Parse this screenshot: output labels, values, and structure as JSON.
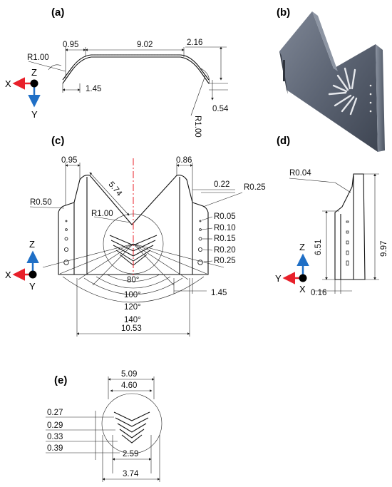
{
  "panels": {
    "a": {
      "label": "(a)",
      "dims": [
        "0.95",
        "9.02",
        "2.16",
        "R1.00",
        "1.45",
        "0.54",
        "R1.00"
      ],
      "axes": {
        "horizontal": "X",
        "vertical": "Y",
        "normal": "Z"
      }
    },
    "b": {
      "label": "(b)"
    },
    "c": {
      "label": "(c)",
      "dims": [
        "0.95",
        "0.86",
        "5.74",
        "0.22",
        "R0.25",
        "R0.50",
        "R1.00",
        "R0.05",
        "R0.10",
        "R0.15",
        "R0.20",
        "R0.25",
        "80°",
        "100°",
        "120°",
        "140°",
        "1.45",
        "10.53"
      ],
      "axes": {
        "horizontal": "X",
        "vertical": "Z",
        "normal": "Y"
      }
    },
    "d": {
      "label": "(d)",
      "dims": [
        "R0.04",
        "6.51",
        "9.97",
        "0.16"
      ],
      "axes": {
        "horizontal": "Y",
        "vertical": "Z",
        "normal": "X"
      }
    },
    "e": {
      "label": "(e)",
      "dims": [
        "5.09",
        "4.60",
        "0.27",
        "0.29",
        "0.33",
        "0.39",
        "2.59",
        "3.74"
      ]
    }
  },
  "colors": {
    "x_axis": "#e8202a",
    "z_axis": "#1f6fc6",
    "y_axis": "#1f6fc6",
    "origin": "#000000",
    "centerline": "#e8202a",
    "render_steel": "#5d6675"
  }
}
